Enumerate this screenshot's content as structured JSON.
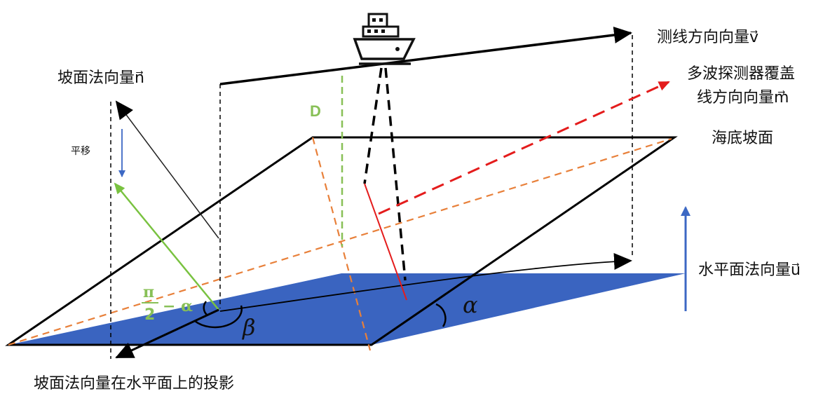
{
  "labels": {
    "survey_line_vector": "测线方向向量v⃗",
    "slope_normal": "坡面法向量n⃗",
    "coverage_line_1": "多波探测器覆盖",
    "coverage_line_2": "线方向向量m⃗",
    "seabed_slope": "海底坡面",
    "translate": "平移",
    "depth": "D",
    "horizontal_normal": "水平面法向量u⃗",
    "projection": "坡面法向量在水平面上的投影",
    "angle_alpha": "α",
    "angle_beta": "β",
    "angle_pi": "π",
    "angle_two": "2",
    "angle_minus_alpha": "− α"
  },
  "colors": {
    "plane_fill": "#3a64c0",
    "dashed_orange": "#e8803a",
    "dashed_green": "#88c057",
    "green_vector": "#79c240",
    "red": "#e41c1c",
    "blue_arrow": "#3c68c4",
    "ink": "#000000"
  },
  "icons": [
    "ship-icon"
  ]
}
